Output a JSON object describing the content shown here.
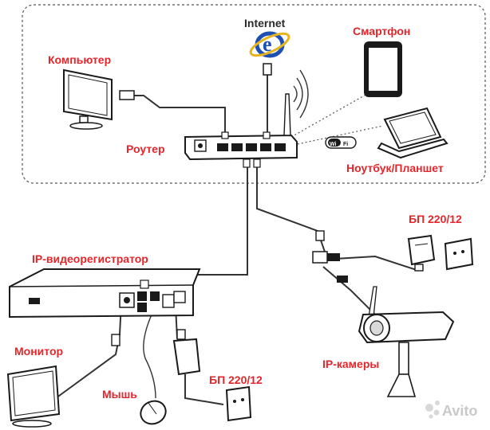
{
  "labels": {
    "internet": "Internet",
    "smartphone": "Смартфон",
    "computer": "Компьютер",
    "router": "Роутер",
    "laptop": "Ноутбук/Планшет",
    "wifi": "Wi Fi",
    "nvr": "IP-видеорегистратор",
    "psu_camera": "БП 220/12",
    "psu_nvr": "БП 220/12",
    "ip_cameras": "IP-камеры",
    "monitor": "Монитор",
    "mouse": "Мышь"
  },
  "watermark": "Avito",
  "colors": {
    "label_accent": "#e4262b",
    "device_stroke": "#1a1a1a",
    "internet_icon": "#1e4fb3"
  },
  "icons": [
    "internet-explorer-icon",
    "wifi-icon",
    "avito-logo-icon"
  ]
}
